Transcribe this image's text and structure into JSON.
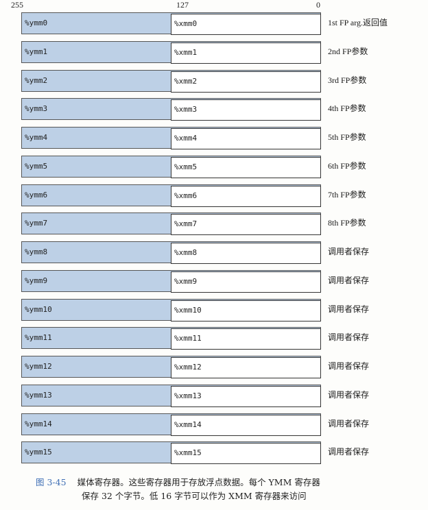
{
  "axis": {
    "bit_high": "255",
    "bit_mid": "127",
    "bit_low": "0"
  },
  "registers": [
    {
      "ymm": "%ymm0",
      "xmm": "%xmm0",
      "role": "1st FP arg.返回值"
    },
    {
      "ymm": "%ymm1",
      "xmm": "%xmm1",
      "role": "2nd FP参数"
    },
    {
      "ymm": "%ymm2",
      "xmm": "%xmm2",
      "role": "3rd FP参数"
    },
    {
      "ymm": "%ymm3",
      "xmm": "%xmm3",
      "role": "4th FP参数"
    },
    {
      "ymm": "%ymm4",
      "xmm": "%xmm4",
      "role": "5th FP参数"
    },
    {
      "ymm": "%ymm5",
      "xmm": "%xmm5",
      "role": "6th FP参数"
    },
    {
      "ymm": "%ymm6",
      "xmm": "%xmm6",
      "role": "7th FP参数"
    },
    {
      "ymm": "%ymm7",
      "xmm": "%xmm7",
      "role": "8th FP参数"
    },
    {
      "ymm": "%ymm8",
      "xmm": "%xmm8",
      "role": "调用者保存"
    },
    {
      "ymm": "%ymm9",
      "xmm": "%xmm9",
      "role": "调用者保存"
    },
    {
      "ymm": "%ymm10",
      "xmm": "%xmm10",
      "role": "调用者保存"
    },
    {
      "ymm": "%ymm11",
      "xmm": "%xmm11",
      "role": "调用者保存"
    },
    {
      "ymm": "%ymm12",
      "xmm": "%xmm12",
      "role": "调用者保存"
    },
    {
      "ymm": "%ymm13",
      "xmm": "%xmm13",
      "role": "调用者保存"
    },
    {
      "ymm": "%ymm14",
      "xmm": "%xmm14",
      "role": "调用者保存"
    },
    {
      "ymm": "%ymm15",
      "xmm": "%xmm15",
      "role": "调用者保存"
    }
  ],
  "caption": {
    "number": "图 3-45",
    "line1": "媒体寄存器。这些寄存器用于存放浮点数据。每个 YMM 寄存器",
    "line2": "保存 32 个字节。低 16 字节可以作为 XMM 寄存器来访问"
  },
  "colors": {
    "ymm_fill": "#bdd0e6",
    "xmm_fill": "#ffffff",
    "caption_number": "#3f6fb5"
  }
}
